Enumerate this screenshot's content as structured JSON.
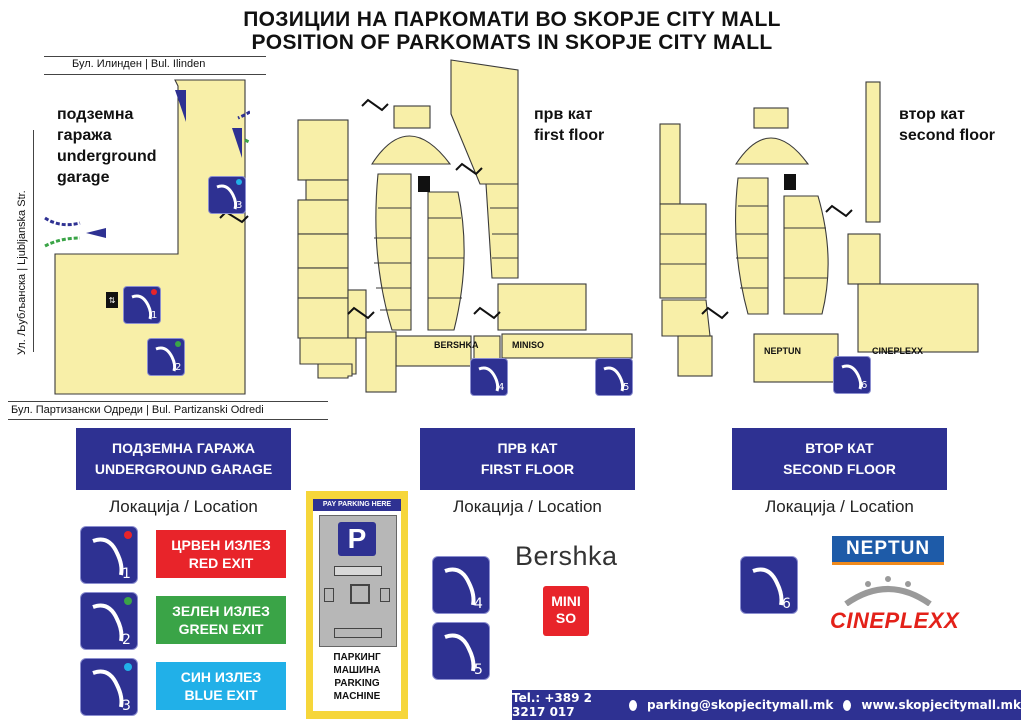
{
  "title": {
    "mk": "ПОЗИЦИИ НА ПАРКОМАТИ ВО SKOPJE CITY MALL",
    "en": "POSITION OF PARKOMATS IN SKOPJE CITY MALL"
  },
  "streets": {
    "top": "Бул. Илинден | Bul. Ilinden",
    "left": "Ул. Љубљанска | Ljubljanska Str.",
    "bottom": "Бул. Партизански Одреди | Bul. Partizanski Odredi"
  },
  "map_labels": {
    "underground": [
      "подземна",
      "гаража",
      "underground",
      "garage"
    ],
    "first_floor": [
      "прв кат",
      "first floor"
    ],
    "second_floor": [
      "втор кат",
      "second floor"
    ],
    "bershka": "BERSHKA",
    "miniso": "MINISO",
    "neptun": "NEPTUN",
    "cineplexx": "CINEPLEXX"
  },
  "parkomats": {
    "p1": "1",
    "p2": "2",
    "p3": "3",
    "p4": "4",
    "p5": "5",
    "p6": "6"
  },
  "headers": {
    "garage": [
      "ПОДЗЕМНА ГАРАЖА",
      "UNDERGROUND GARAGE"
    ],
    "first": [
      "ПРВ КАТ",
      "FIRST FLOOR"
    ],
    "second": [
      "ВТОР КАТ",
      "SECOND FLOOR"
    ]
  },
  "location_label": "Локација / Location",
  "exits": {
    "red": [
      "ЦРВЕН ИЗЛЕЗ",
      "RED EXIT"
    ],
    "green": [
      "ЗЕЛЕН ИЗЛЕЗ",
      "GREEN EXIT"
    ],
    "blue": [
      "СИН ИЗЛЕЗ",
      "BLUE EXIT"
    ]
  },
  "machine": {
    "top_label": "PAY PARKING HERE",
    "p_letter": "P",
    "caption": [
      "ПАРКИНГ",
      "МАШИНА",
      "PARKING",
      "MACHINE"
    ]
  },
  "brands": {
    "bershka": "Bershka",
    "miniso": [
      "MINI",
      "SO"
    ],
    "neptun": "NEPTUN",
    "cineplexx": "CINEPLEXX"
  },
  "footer": {
    "tel": "Tel.: +389 2 3217 017",
    "email": "parking@skopjecitymall.mk",
    "web": "www.skopjecitymall.mk"
  },
  "colors": {
    "navy": "#2e3192",
    "floor_fill": "#f8efa8",
    "red_exit": "#e8242a",
    "green_exit": "#3aa447",
    "blue_exit": "#21b0e8",
    "machine_yellow": "#f6d63a",
    "neptun_blue": "#1e5ba8",
    "cineplexx_red": "#e32119"
  }
}
